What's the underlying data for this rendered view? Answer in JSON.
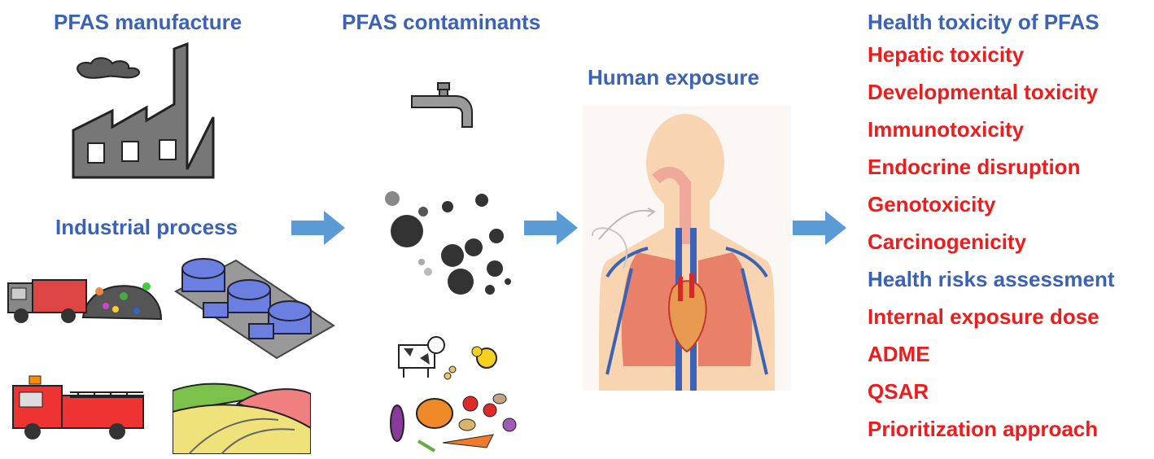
{
  "column1": {
    "heading": "PFAS manufacture",
    "subheading": "Industrial process",
    "icons": [
      "factory-icon",
      "garbage-truck-icon",
      "storage-tanks-icon",
      "fire-truck-icon",
      "farmland-icon"
    ]
  },
  "column2": {
    "heading": "PFAS contaminants",
    "icons": [
      "water-faucet-icon",
      "airborne-particles-icon",
      "food-animals-vegetables-icon"
    ]
  },
  "column3": {
    "heading": "Human exposure",
    "icons": [
      "human-body-icon"
    ]
  },
  "column4": {
    "items": [
      {
        "label": "Health toxicity of PFAS",
        "kind": "heading"
      },
      {
        "label": "Hepatic toxicity",
        "kind": "item"
      },
      {
        "label": "Developmental toxicity",
        "kind": "item"
      },
      {
        "label": "Immunotoxicity",
        "kind": "item"
      },
      {
        "label": "Endocrine disruption",
        "kind": "item"
      },
      {
        "label": "Genotoxicity",
        "kind": "item"
      },
      {
        "label": "Carcinogenicity",
        "kind": "item"
      },
      {
        "label": "Health risks assessment",
        "kind": "heading"
      },
      {
        "label": "Internal exposure dose",
        "kind": "item"
      },
      {
        "label": "ADME",
        "kind": "item"
      },
      {
        "label": "QSAR",
        "kind": "item"
      },
      {
        "label": "Prioritization approach",
        "kind": "item"
      }
    ]
  },
  "colors": {
    "heading_blue": "#3a63b8",
    "item_red": "#ee1c1c",
    "arrow_blue": "#5b9bd5"
  }
}
